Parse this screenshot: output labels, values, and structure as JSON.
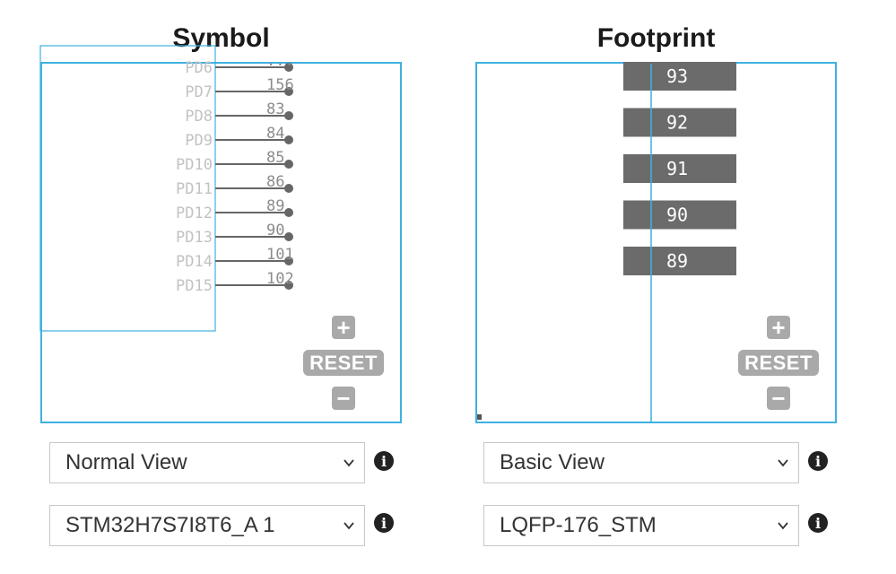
{
  "symbol": {
    "title": "Symbol",
    "pins": [
      {
        "name": "PD6",
        "number": "..."
      },
      {
        "name": "PD7",
        "number": "156"
      },
      {
        "name": "PD8",
        "number": "83"
      },
      {
        "name": "PD9",
        "number": "84"
      },
      {
        "name": "PD10",
        "number": "85"
      },
      {
        "name": "PD11",
        "number": "86"
      },
      {
        "name": "PD12",
        "number": "89"
      },
      {
        "name": "PD13",
        "number": "90"
      },
      {
        "name": "PD14",
        "number": "101"
      },
      {
        "name": "PD15",
        "number": "102"
      }
    ],
    "zoom_in_label": "+",
    "reset_label": "RESET",
    "zoom_out_label": "−",
    "view_select": {
      "value": "Normal View"
    },
    "unit_select": {
      "value": "STM32H7S7I8T6_A 1"
    }
  },
  "footprint": {
    "title": "Footprint",
    "pads": [
      "93",
      "92",
      "91",
      "90",
      "89"
    ],
    "zoom_in_label": "+",
    "reset_label": "RESET",
    "zoom_out_label": "−",
    "view_select": {
      "value": "Basic View"
    },
    "package_select": {
      "value": "LQFP-176_STM"
    }
  },
  "colors": {
    "viewer_border": "#3fb1e0",
    "pin_line": "#666666",
    "pin_label": "#c2c2c2",
    "pad": "#6b6b6b",
    "zoom_button": "#a9a9a9"
  },
  "info_glyph": "i"
}
